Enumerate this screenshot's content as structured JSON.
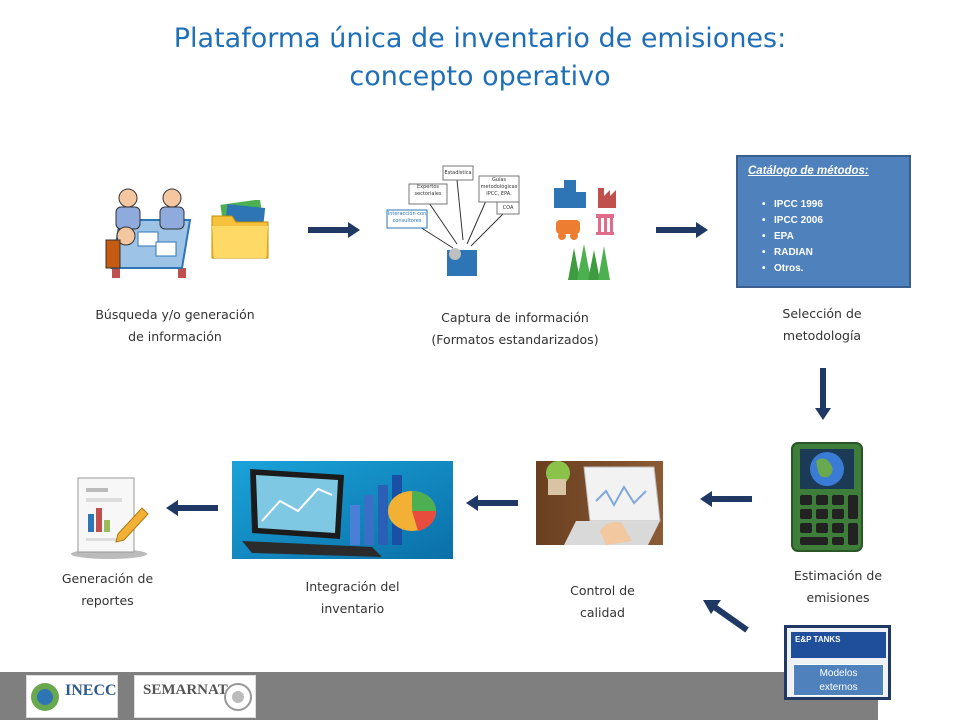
{
  "title_line1": "Plataforma única de inventario de emisiones:",
  "title_line2": "concepto operativo",
  "steps": {
    "busqueda": {
      "line1": "Búsqueda y/o generación",
      "line2": "de información"
    },
    "captura": {
      "line1": "Captura de información",
      "line2": "(Formatos estandarizados)"
    },
    "seleccion": {
      "line1": "Selección de",
      "line2": "metodología"
    },
    "estimacion": {
      "line1": "Estimación de",
      "line2": "emisiones"
    },
    "control": {
      "line1": "Control de",
      "line2": "calidad"
    },
    "integracion": {
      "line1": "Integración del",
      "line2": "inventario"
    },
    "generacion": {
      "line1": "Generación de",
      "line2": "reportes"
    }
  },
  "catalog": {
    "title": "Catálogo de métodos:",
    "items": [
      "IPCC 1996",
      "IPCC 2006",
      "EPA",
      "RADIAN",
      "Otros."
    ]
  },
  "capture_sources": {
    "estadistica": "Estadística",
    "expertos": "Expertos sectoriales",
    "guias": "Guías metodológicas IPCC, EPA.",
    "coa": "COA",
    "interacciones": "Interacción con consultores"
  },
  "external_models": {
    "header": "E&P TANKS",
    "label_line1": "Modelos",
    "label_line2": "externos"
  },
  "logos": {
    "inecc": "INECC",
    "semarnat": "SEMARNAT"
  },
  "colors": {
    "title": "#1f6fb8",
    "arrow": "#1f3864",
    "catalog_bg": "#4f81bd",
    "footer": "#7f7f7f"
  }
}
